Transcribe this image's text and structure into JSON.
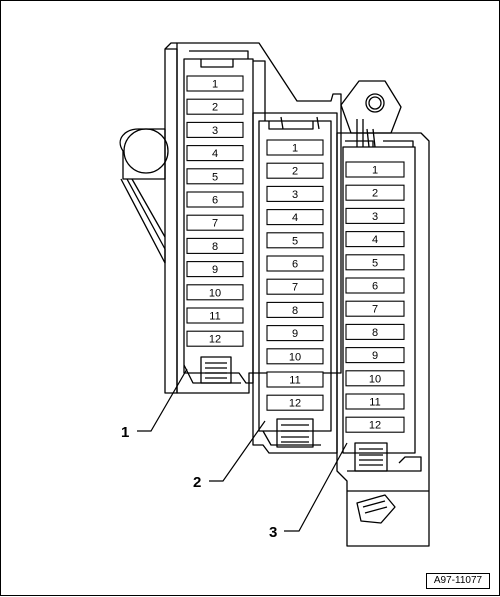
{
  "image_code": "A97-11077",
  "modules": [
    {
      "label": "1",
      "slots": [
        "1",
        "2",
        "3",
        "4",
        "5",
        "6",
        "7",
        "8",
        "9",
        "10",
        "11",
        "12"
      ]
    },
    {
      "label": "2",
      "slots": [
        "1",
        "2",
        "3",
        "4",
        "5",
        "6",
        "7",
        "8",
        "9",
        "10",
        "11",
        "12"
      ]
    },
    {
      "label": "3",
      "slots": [
        "1",
        "2",
        "3",
        "4",
        "5",
        "6",
        "7",
        "8",
        "9",
        "10",
        "11",
        "12"
      ]
    }
  ]
}
